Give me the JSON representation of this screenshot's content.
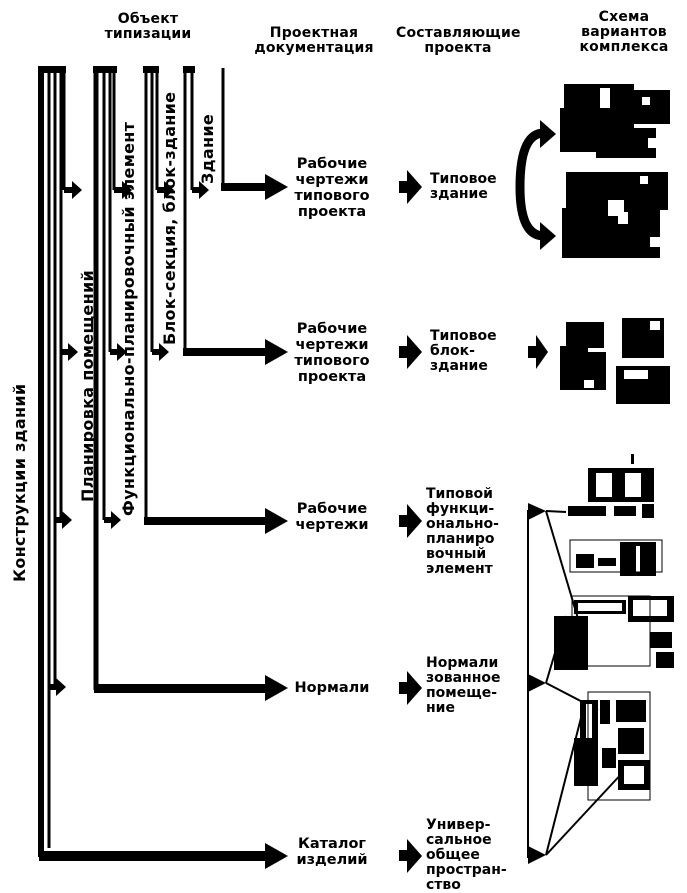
{
  "headers": {
    "object": "Объект\nтипизации",
    "docs": "Проектная\nдокументация",
    "parts": "Составляющие\nпроекта",
    "scheme": "Схема\nвариантов\nкомплекса"
  },
  "hierarchy": {
    "constructions": "Конструкции зданий",
    "rooms": "Планировка помещений",
    "functional": "Функционально-планировочный элемент",
    "block": "Блок-секция, блок-здание",
    "building": "Здание"
  },
  "documentation": {
    "row1": "Рабочие\nчертежи\nтипового\nпроекта",
    "row2": "Рабочие\nчертежи\nтипового\nпроекта",
    "row3": "Рабочие\nчертежи",
    "row4": "Нормали",
    "row5": "Каталог\nизделий"
  },
  "components": {
    "row1": "Типовое\nздание",
    "row2": "Типовое\nблок-\nздание",
    "row3": "Типовой\nфункци-\nонально-\nпланиро\nвочный\nэлемент",
    "row4": "Нормали\nзованное\nпомеще-\nние",
    "row5": "Универ-\nсальное\nобщее\nпростран-\nство"
  }
}
